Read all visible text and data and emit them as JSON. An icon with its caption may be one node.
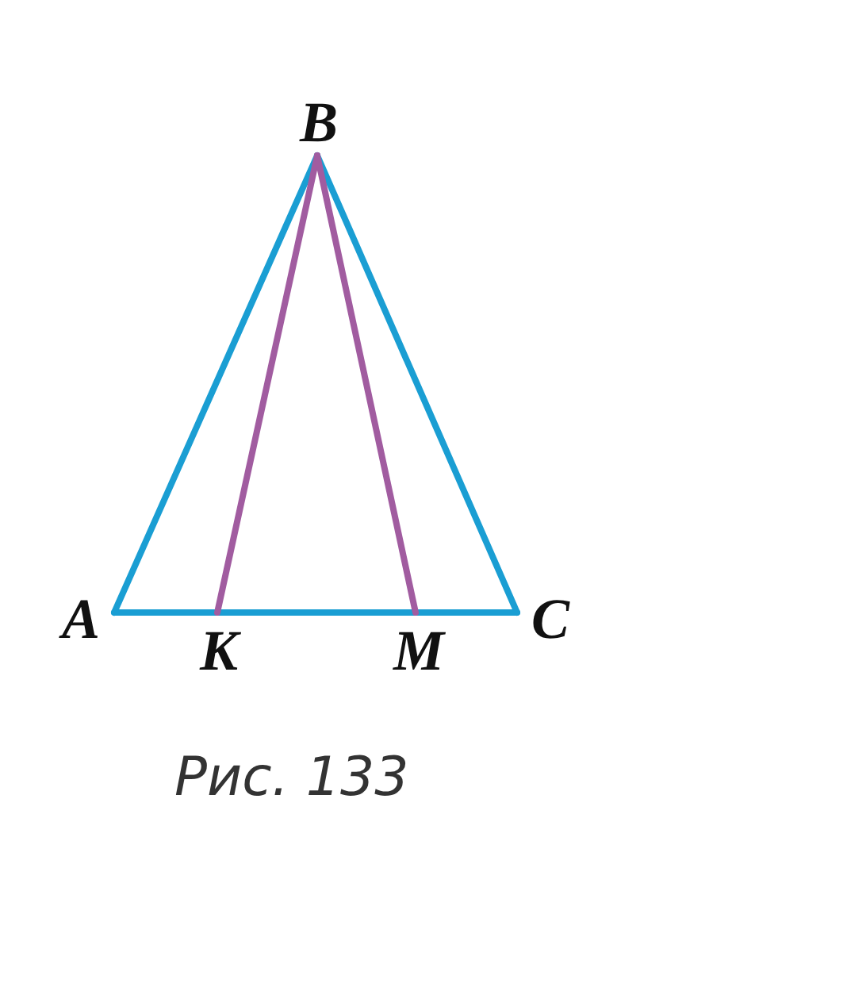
{
  "diagram": {
    "caption": "Рис. 133",
    "nodes": [
      {
        "text": [
          "B"
        ]
      },
      {
        "text": [
          "A"
        ]
      },
      {
        "text": [
          "K"
        ]
      },
      {
        "text": [
          "M"
        ]
      },
      {
        "text": [
          "C"
        ]
      }
    ],
    "edges": [
      {
        "from": 1,
        "to": 0,
        "arrow": "none"
      },
      {
        "from": 0,
        "to": 4,
        "arrow": "none"
      },
      {
        "from": 1,
        "to": 4,
        "arrow": "none"
      },
      {
        "from": 0,
        "to": 2,
        "arrow": "none",
        "color": "#a15ca0"
      },
      {
        "from": 0,
        "to": 3,
        "arrow": "none",
        "color": "#a15ca0"
      }
    ]
  }
}
